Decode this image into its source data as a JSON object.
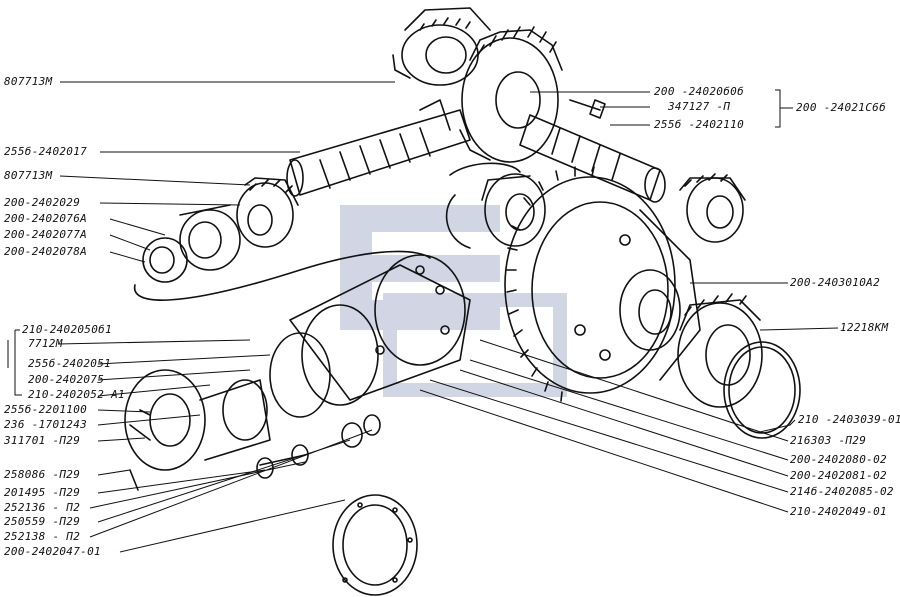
{
  "diagram": {
    "watermark_color": "#9aa3c4",
    "line_color": "#111111",
    "left_labels": [
      {
        "id": "l1",
        "text": "807713М"
      },
      {
        "id": "l2",
        "text": "255б-2402017"
      },
      {
        "id": "l3",
        "text": "807713М"
      },
      {
        "id": "l4",
        "text": "200-2402029"
      },
      {
        "id": "l5",
        "text": "200-2402076А"
      },
      {
        "id": "l6",
        "text": "200-2402077А"
      },
      {
        "id": "l7",
        "text": "200-2402078А"
      },
      {
        "id": "l8",
        "text": "210-2402050б1"
      },
      {
        "id": "l9",
        "text": "7712М"
      },
      {
        "id": "l10",
        "text": "255б-2402051"
      },
      {
        "id": "l11",
        "text": "200-2402075"
      },
      {
        "id": "l12",
        "text": "210-2402052 А1"
      },
      {
        "id": "l13",
        "text": "255б-2201100"
      },
      {
        "id": "l14",
        "text": "236 -1701243"
      },
      {
        "id": "l15",
        "text": "311701 -П29"
      },
      {
        "id": "l16",
        "text": "258086 -П29"
      },
      {
        "id": "l17",
        "text": "201495 -П29"
      },
      {
        "id": "l18",
        "text": "252136 - П2"
      },
      {
        "id": "l19",
        "text": "250559 -П29"
      },
      {
        "id": "l20",
        "text": "252138 - П2"
      },
      {
        "id": "l21",
        "text": "200-2402047-01"
      }
    ],
    "right_labels": [
      {
        "id": "r1",
        "text": "200 -24020б0б"
      },
      {
        "id": "r2",
        "text": "347127 -П"
      },
      {
        "id": "r3",
        "text": "255б -2402110"
      },
      {
        "id": "r4",
        "text": "200 -24021С6б"
      },
      {
        "id": "r5",
        "text": "200-2403010А2"
      },
      {
        "id": "r6",
        "text": "12218КМ"
      },
      {
        "id": "r7",
        "text": "210 -2403039-01"
      },
      {
        "id": "r8",
        "text": "216303 -П29"
      },
      {
        "id": "r9",
        "text": "200-2402080-02"
      },
      {
        "id": "r10",
        "text": "200-2402081-02"
      },
      {
        "id": "r11",
        "text": "214б-2402085-02"
      },
      {
        "id": "r12",
        "text": "210-2402049-01"
      }
    ]
  }
}
